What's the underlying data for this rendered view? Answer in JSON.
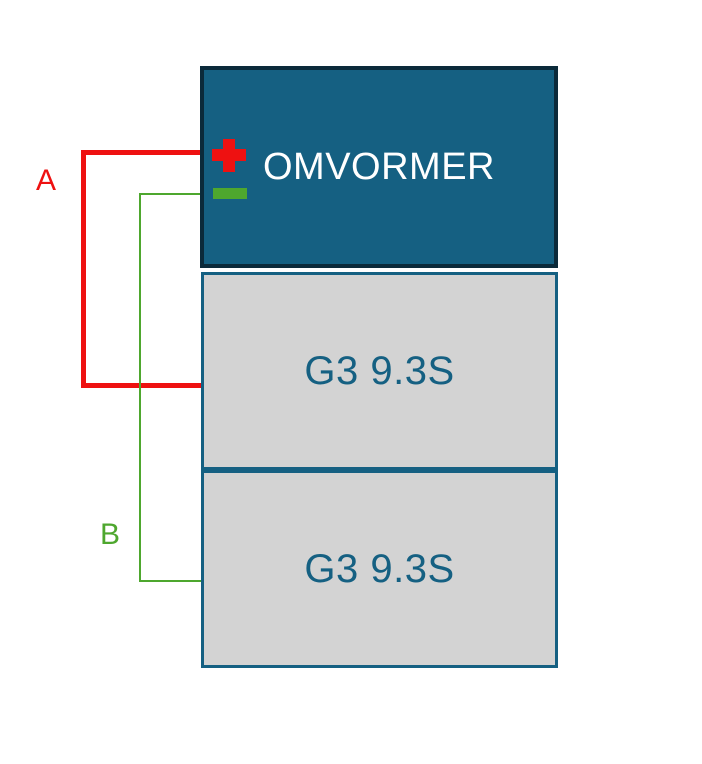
{
  "diagram": {
    "inverter": {
      "label": "OMVORMER",
      "fill_color": "#156082",
      "border_color": "#0b2a3a",
      "text_color": "#ffffff"
    },
    "batteries": [
      {
        "label": "G3 9.3S"
      },
      {
        "label": "G3 9.3S"
      }
    ],
    "battery_style": {
      "fill_color": "#d3d3d3",
      "border_color": "#156082",
      "text_color": "#156082"
    },
    "terminals": {
      "plus_icon": "plus-terminal",
      "plus_color": "#ee1111",
      "minus_icon": "minus-terminal",
      "minus_color": "#4ea72e"
    },
    "wires": [
      {
        "label": "A",
        "color": "#ee1111",
        "polarity": "positive",
        "connects": "inverter plus terminal to upper battery"
      },
      {
        "label": "B",
        "color": "#4ea72e",
        "polarity": "negative",
        "connects": "inverter minus terminal to lower battery"
      }
    ]
  }
}
